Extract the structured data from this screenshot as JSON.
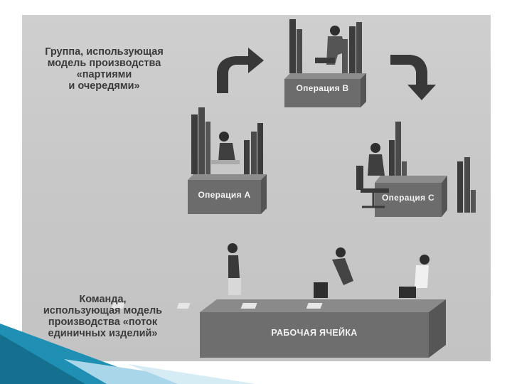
{
  "groups": {
    "batch": {
      "heading_lines": [
        "Группа, использующая",
        "модель производства",
        "«партиями",
        "и очередями»"
      ]
    },
    "flow": {
      "heading_lines": [
        "Команда,",
        "использующая модель",
        "производства «поток",
        "единичных изделий»"
      ]
    }
  },
  "stations": {
    "a": {
      "label": "Операция  А"
    },
    "b": {
      "label": "Операция  В"
    },
    "c": {
      "label": "Операция  С"
    }
  },
  "cell": {
    "label": "РАБОЧАЯ ЯЧЕЙКА"
  },
  "colors": {
    "photo_bg": "#c8c8c8",
    "box_dark": "#6d6d6d",
    "box_top": "#8a8a8a",
    "figure": "#2e2e2e",
    "footer_teal": "#1f8fb4",
    "footer_light": "#a9d6e8"
  }
}
